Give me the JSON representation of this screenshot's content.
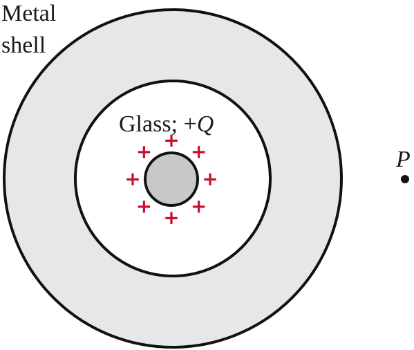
{
  "labels": {
    "metal_shell_line1": "Metal",
    "metal_shell_line2": "shell",
    "glass_prefix": "Glass; +",
    "glass_charge": "Q",
    "point": "P"
  },
  "charges": {
    "symbol": "+",
    "count": 8
  },
  "colors": {
    "shell_fill": "#e6e7e9",
    "outline": "#111111",
    "glass_fill": "#c8c8c8",
    "inner_fill": "#ffffff",
    "charge": "#c8102e",
    "text": "#1a1a1a"
  }
}
